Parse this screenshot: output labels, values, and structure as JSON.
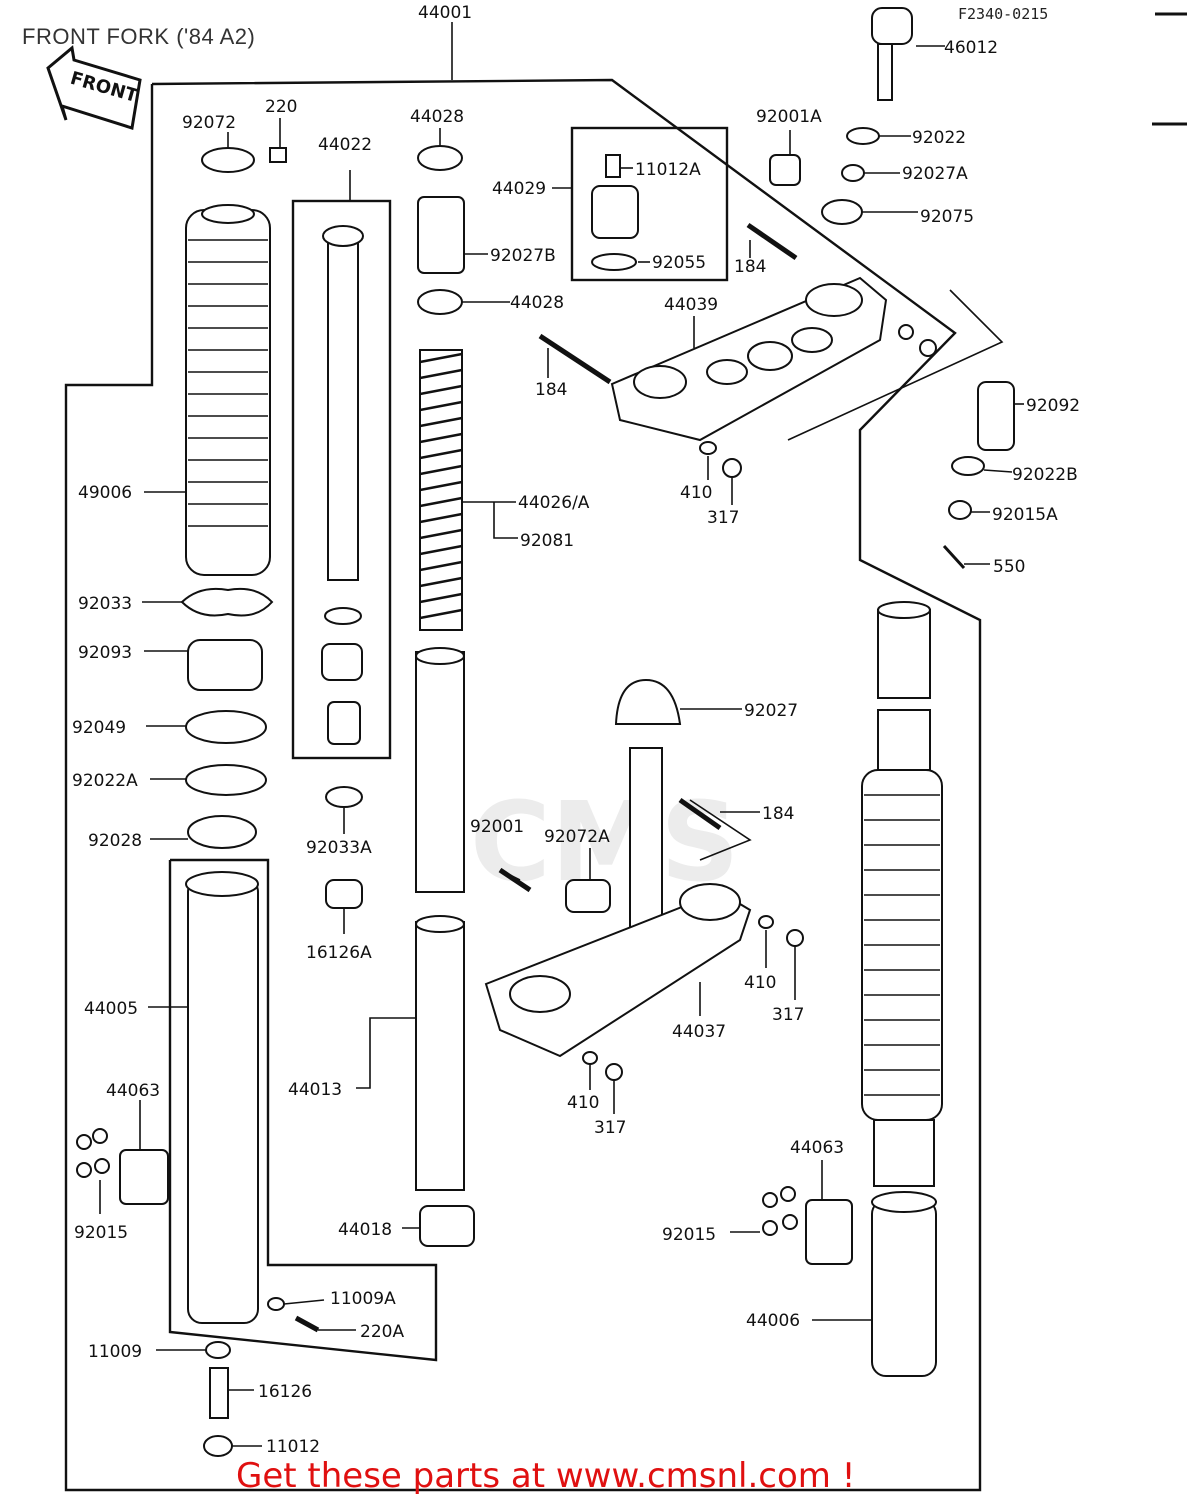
{
  "header": {
    "title": "FRONT FORK ('84 A2)",
    "diagram_code": "F2340-0215",
    "front_label": "FRONT"
  },
  "watermark": {
    "text": "CMS"
  },
  "footer": {
    "text": "Get these parts at www.cmsnl.com !",
    "color": "#e01010"
  },
  "labels": {
    "p44001": "44001",
    "p46012": "46012",
    "p92072": "92072",
    "p220": "220",
    "p44022": "44022",
    "p44028a": "44028",
    "p44029": "44029",
    "p11012A": "11012A",
    "p92027B": "92027B",
    "p92055": "92055",
    "p44028b": "44028",
    "p92001A": "92001A",
    "p92022": "92022",
    "p92027A": "92027A",
    "p92075": "92075",
    "p184a": "184",
    "p44039": "44039",
    "p184b": "184",
    "p92092": "92092",
    "p410a": "410",
    "p317a": "317",
    "p92022B": "92022B",
    "p92015A": "92015A",
    "p550": "550",
    "p49006": "49006",
    "p44026A": "44026/A",
    "p92081": "92081",
    "p92033": "92033",
    "p92093": "92093",
    "p92027": "92027",
    "p92049": "92049",
    "p92022A": "92022A",
    "p184c": "184",
    "p92028": "92028",
    "p92033A": "92033A",
    "p92001": "92001",
    "p92072A": "92072A",
    "p16126A": "16126A",
    "p410b": "410",
    "p317b": "317",
    "p44005": "44005",
    "p44037": "44037",
    "p44013": "44013",
    "p44063a": "44063",
    "p410c": "410",
    "p317c": "317",
    "p92015a": "92015",
    "p44063b": "44063",
    "p44018": "44018",
    "p92015b": "92015",
    "p11009A": "11009A",
    "p220A": "220A",
    "p44006": "44006",
    "p11009": "11009",
    "p16126": "16126",
    "p11012": "11012"
  }
}
